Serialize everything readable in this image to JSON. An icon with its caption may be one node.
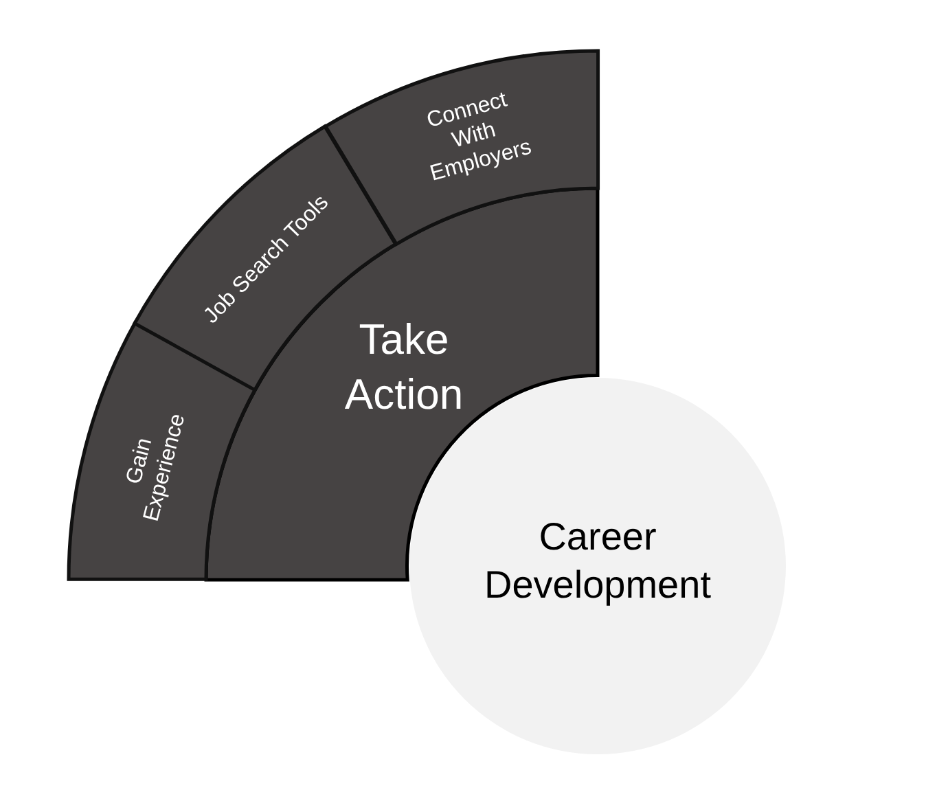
{
  "diagram": {
    "nodes": [
      {
        "text": [
          "Career Development"
        ]
      },
      {
        "text": [
          "Take Action"
        ]
      },
      {
        "text": [
          "Gain Experience"
        ]
      },
      {
        "text": [
          "Job Search Tools"
        ]
      },
      {
        "text": [
          "Connect With Employers"
        ]
      }
    ]
  }
}
